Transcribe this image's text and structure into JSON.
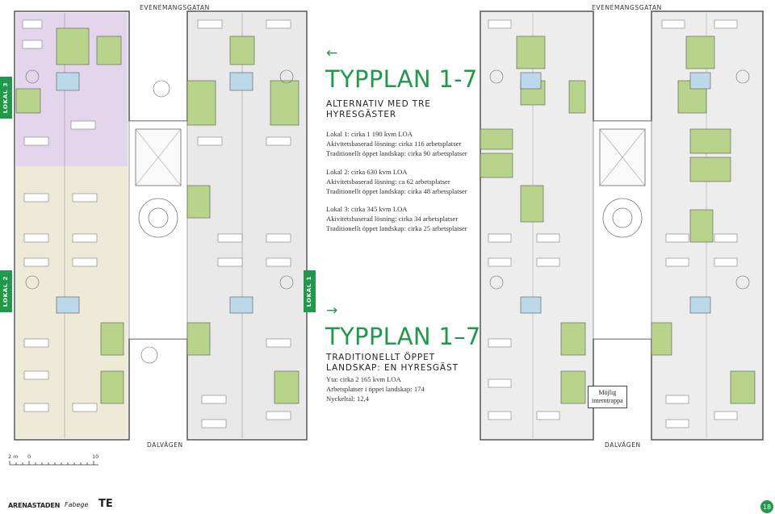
{
  "streets": {
    "top_left": "EVENEMANGSGATAN",
    "top_right": "EVENEMANGSGATAN",
    "bottom_left": "DALVÄGEN",
    "bottom_right": "DALVÄGEN"
  },
  "lokal_labels": {
    "lokal3": "LOKAL 3",
    "lokal2": "LOKAL 2",
    "lokal1": "LOKAL 1"
  },
  "plan_a": {
    "arrow": "←",
    "title": "TYPPLAN 1-7",
    "subtitle_1": "ALTERNATIV MED TRE",
    "subtitle_2": "HYRESGÄSTER",
    "lokal1": [
      "Lokal 1: cirka 1 190 kvm LOA",
      "Akivitetsbaserad lösning: cirka 116 arbetsplatser",
      "Traditionellt öppet landskap: cirka 90 arbetsplatser"
    ],
    "lokal2": [
      "Lokal 2: cirka 630 kvm LOA",
      "Akivitetsbaserad lösning: ca 62 arbetsplatser",
      "Traditionellt öppet landskap: cirka 48 arbetsplatser"
    ],
    "lokal3": [
      "Lokal 3: cirka 345 kvm LOA",
      "Akivitetsbaserad lösning: cirka 34 arbetsplatser",
      "Traditionellt öppet landskap: cirka 25 arbetsplatser"
    ]
  },
  "plan_b": {
    "arrow": "→",
    "title": "TYPPLAN 1–7",
    "subtitle_1": "TRADITIONELLT ÖPPET",
    "subtitle_2": "LANDSKAP: EN HYRESGÄST",
    "lines": [
      "Yta: cirka 2 165 kvm LOA",
      "Arbetsplatser i öppet landskap: 174",
      "Nyckeltal: 12,4"
    ]
  },
  "note": {
    "line1": "Möjlig",
    "line2": "interntrappa"
  },
  "scale": {
    "unit": "2 m",
    "zero": "0",
    "ten": "10"
  },
  "logos": {
    "arenastaden": "ARENASTADEN",
    "fabege": "Fabege",
    "te": "TE"
  },
  "page_number": "18",
  "colors": {
    "accent": "#1f9a4a",
    "lokal3_fill": "#e3d6ec",
    "lokal2_fill": "#eeead8",
    "lokal1_fill": "#e9e9e9",
    "room_green": "#b7d48a",
    "room_blue": "#bcd9ec"
  }
}
